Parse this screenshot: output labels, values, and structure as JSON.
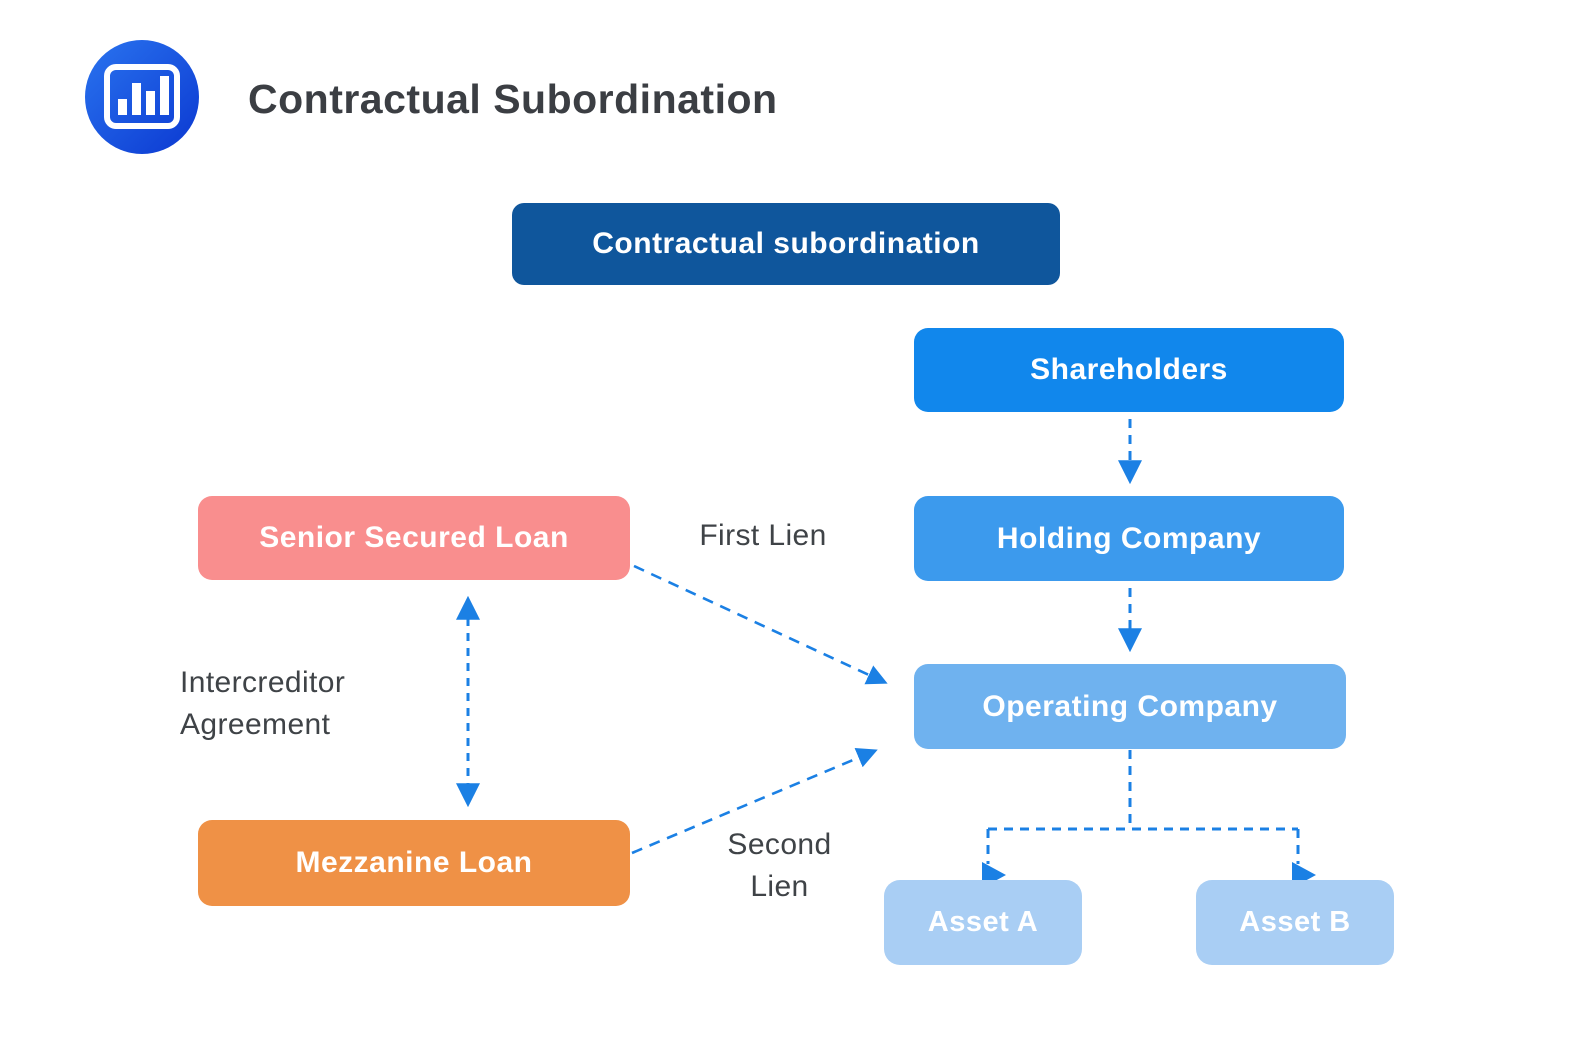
{
  "colors": {
    "arrow": "#1B80E4",
    "title_text": "#3B3E43",
    "label_text": "#3F4347",
    "node_text": "#FFFFFF",
    "background": "#FFFFFF",
    "logo_gradient_start": "#2A74EF",
    "logo_gradient_end": "#0B38D1"
  },
  "header": {
    "title": "Contractual Subordination",
    "logo_icon": "bar-chart-icon"
  },
  "diagram": {
    "nodes": {
      "contractual": {
        "label": "Contractual subordination",
        "color": "#0F569C"
      },
      "shareholders": {
        "label": "Shareholders",
        "color": "#1187EC"
      },
      "holding": {
        "label": "Holding Company",
        "color": "#3C9AED"
      },
      "operating": {
        "label": "Operating Company",
        "color": "#6FB2EF"
      },
      "asset_a": {
        "label": "Asset A",
        "color": "#A9CEF4"
      },
      "asset_b": {
        "label": "Asset B",
        "color": "#A9CEF4"
      },
      "senior": {
        "label": "Senior Secured Loan",
        "color": "#F98E8E"
      },
      "mezzanine": {
        "label": "Mezzanine Loan",
        "color": "#EF9146"
      }
    },
    "labels": {
      "first_lien": "First Lien",
      "intercreditor": "Intercreditor Agreement",
      "second_lien": "Second Lien"
    },
    "edges": [
      {
        "from": "shareholders",
        "to": "holding",
        "style": "dashed-arrow"
      },
      {
        "from": "holding",
        "to": "operating",
        "style": "dashed-arrow"
      },
      {
        "from": "senior",
        "to": "operating",
        "style": "dashed-arrow",
        "label": "First Lien"
      },
      {
        "from": "mezzanine",
        "to": "operating",
        "style": "dashed-arrow",
        "label": "Second Lien"
      },
      {
        "from": "senior",
        "to": "mezzanine",
        "style": "dashed-double-arrow",
        "label": "Intercreditor Agreement"
      },
      {
        "from": "operating",
        "to": "asset_a",
        "style": "dashed-arrow"
      },
      {
        "from": "operating",
        "to": "asset_b",
        "style": "dashed-arrow"
      }
    ]
  }
}
